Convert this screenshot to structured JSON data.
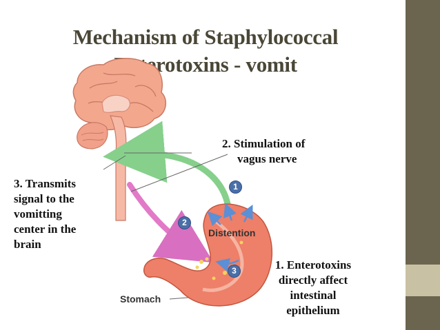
{
  "title": {
    "line1": "Mechanism of Staphylococcal",
    "line2": "Enterotoxins - vomit"
  },
  "captions": {
    "vagus": [
      "2. Stimulation of",
      "vagus nerve"
    ],
    "transmit": [
      "3. Transmits",
      "signal to the",
      "vomitting",
      "center in the",
      "brain"
    ],
    "enterotoxins": [
      "1. Enterotoxins",
      "directly affect",
      "intestinal",
      "epithelium"
    ]
  },
  "diagram_labels": {
    "distention": "Distention",
    "stomach": "Stomach",
    "step1": "1",
    "step2": "2",
    "step3": "3"
  },
  "colors": {
    "sidebar_dark": "#6b6550",
    "sidebar_light": "#c9c1a3",
    "title": "#4a4737",
    "green_arrow": "#86d08c",
    "pink_arrow": "#e27ac8",
    "stomach": "#ee7f68",
    "brain": "#f3a88e"
  }
}
